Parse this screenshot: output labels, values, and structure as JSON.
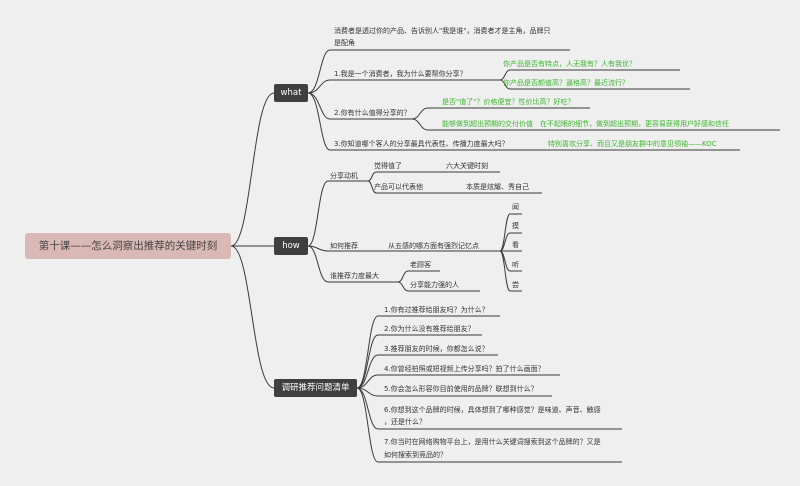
{
  "root": {
    "label": "第十课——怎么洞察出推荐的关键时刻"
  },
  "what": {
    "label": "what",
    "intro": [
      "消费者是透过你的产品、告诉别人\"我是谁\"，消费者才是主角，品牌只",
      "是配角"
    ],
    "q1": {
      "text": "1.我是一个消费者，我为什么要帮你分享？",
      "answers": [
        "你产品是否有特点，人无我有？人有我优？",
        "你产品是否颜值高？逼格高？最近流行？"
      ]
    },
    "q2": {
      "text": "2.你有什么值得分享的？",
      "answers": [
        "是否\"值了\"？价格便宜？性价比高？好吃？"
      ],
      "answer2_a": "能够做到超出预期的交付价值",
      "answer2_b": "在不起眼的细节，做到超出预期，更容易获得用户好感和信任"
    },
    "q3": {
      "text": "3.你知道哪个客人的分享最具代表性、传播力度最大吗？",
      "answer": "特别喜欢分享、而且又是朋友群中的意见领袖——KOC"
    }
  },
  "how": {
    "label": "how",
    "motive": {
      "label": "分享动机",
      "a_label": "觉得值了",
      "a_sub": "六大关键时刻",
      "b_label": "产品可以代表他",
      "b_sub": "本质是炫耀、秀自己"
    },
    "recommend": {
      "label": "如何推荐",
      "sub": "从五感的哪方面有强烈记忆点",
      "senses": [
        "闻",
        "摸",
        "看",
        "听",
        "尝"
      ]
    },
    "power": {
      "label": "谁推荐力度最大",
      "items": [
        "老顾客",
        "分享能力强的人"
      ]
    }
  },
  "survey": {
    "label": "调研推荐问题清单",
    "items": [
      [
        "1.你有过推荐给朋友吗？为什么？"
      ],
      [
        "2.你为什么没有推荐给朋友？"
      ],
      [
        "3.推荐朋友的时候，你都怎么说？"
      ],
      [
        "4.你曾经拍照或短视频上传分享吗？拍了什么画面？"
      ],
      [
        "5.你会怎么形容你目前使用的品牌？联想到什么？"
      ],
      [
        "6.你想到这个品牌的时候，具体想到了哪种感觉？是味道、声音、触感",
        "，还是什么？"
      ],
      [
        "7.你当时在网络购物平台上，是用什么关键词搜索到这个品牌的？又是",
        "如何搜索到竞品的？"
      ]
    ]
  },
  "colors": {
    "line": "#3a3a3a",
    "green": "#3cb52e",
    "root_bg": "#d9b8b5",
    "hub_bg": "#3f3f3f",
    "bg": "#efefef"
  }
}
